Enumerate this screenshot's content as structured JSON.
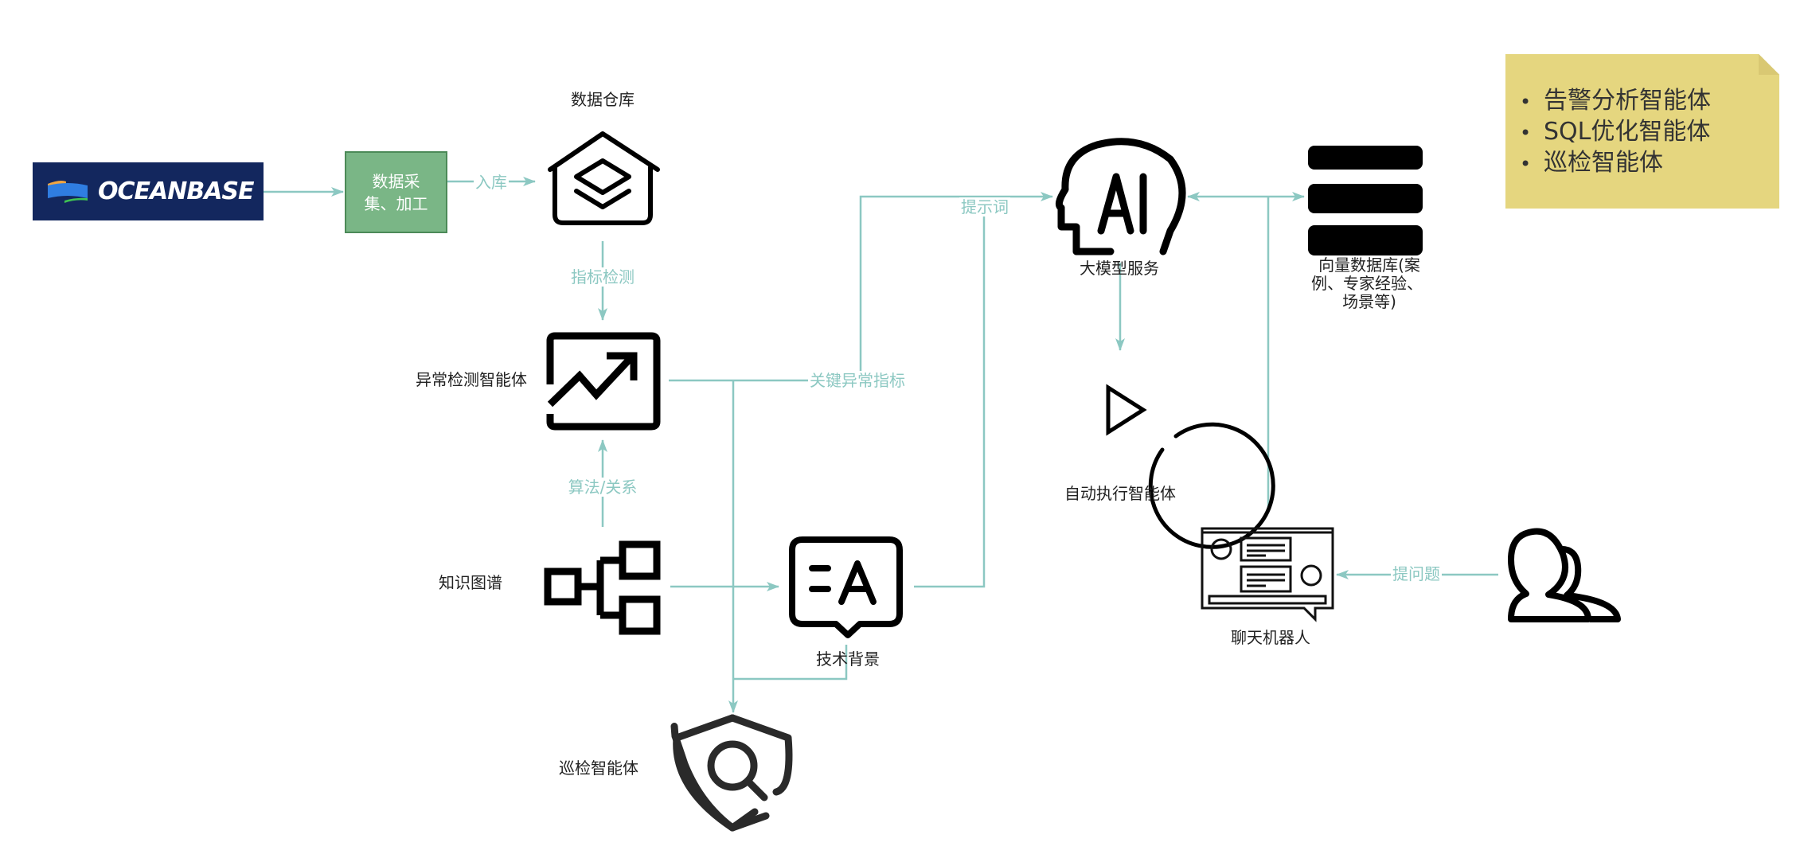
{
  "diagram": {
    "colors": {
      "edge": "#8cc8c2",
      "icon": "#000000",
      "logo_bg": "#13275e",
      "process_box": "#7ab686",
      "note_bg": "#e5d67f"
    },
    "nodes": {
      "oceanbase": {
        "label": "OCEANBASE",
        "icon": "oceanbase-logo"
      },
      "data_collect": {
        "label_line1": "数据采",
        "label_line2": "集、加工"
      },
      "data_warehouse": {
        "label": "数据仓库",
        "icon": "warehouse-layers-icon"
      },
      "anomaly_agent": {
        "label": "异常检测智能体",
        "icon": "trend-chart-icon"
      },
      "knowledge_graph": {
        "label": "知识图谱",
        "icon": "hierarchy-icon"
      },
      "tech_background": {
        "label": "技术背景",
        "icon": "text-bubble-icon"
      },
      "inspection_agent": {
        "label": "巡检智能体",
        "icon": "shield-search-icon"
      },
      "llm_service": {
        "label": "大模型服务",
        "icon": "ai-head-icon"
      },
      "vector_db": {
        "label_line1": "向量数据库(案",
        "label_line2": "例、专家经验、",
        "label_line3": "场景等)",
        "icon": "database-stack-icon"
      },
      "auto_exec_agent": {
        "label": "自动执行智能体",
        "icon": "play-circle-icon"
      },
      "chatbot": {
        "label": "聊天机器人",
        "icon": "chat-window-icon"
      },
      "users": {
        "label": "",
        "icon": "users-icon"
      }
    },
    "edges": {
      "ingest": "入库",
      "metric_detect": "指标检测",
      "algo_relation": "算法/关系",
      "key_anomaly": "关键异常指标",
      "prompt": "提示词",
      "ask_question": "提问题"
    },
    "note": {
      "items": [
        "告警分析智能体",
        "SQL优化智能体",
        "巡检智能体"
      ],
      "bullet": "•"
    }
  }
}
